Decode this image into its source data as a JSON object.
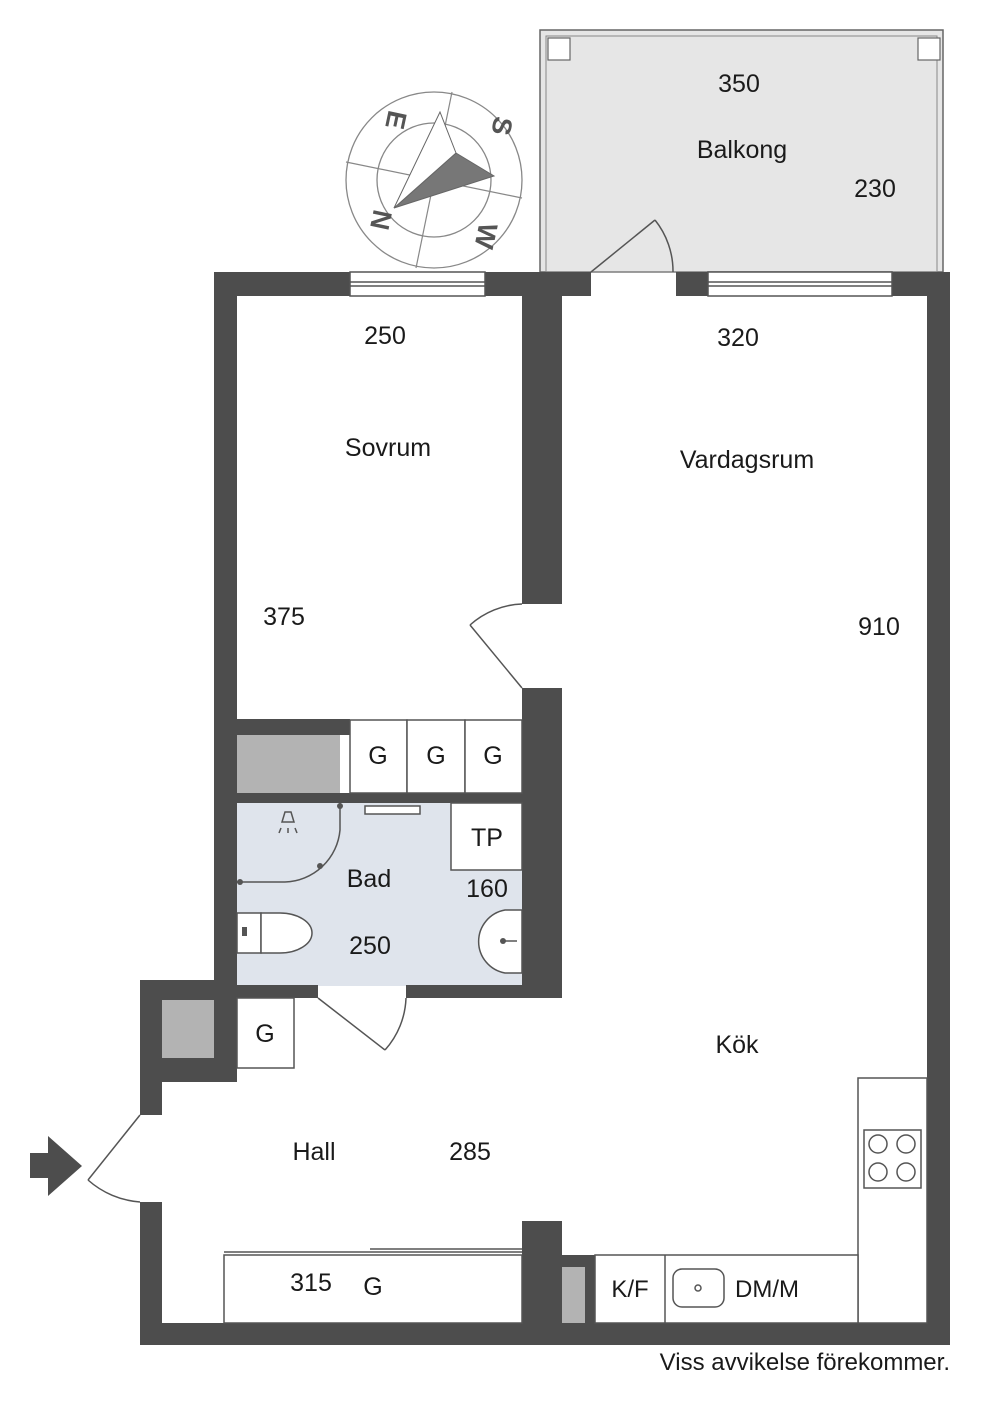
{
  "colors": {
    "wall": "#4d4d4d",
    "balcony": "#e6e6e6",
    "bath": "#dfe4ec",
    "storage": "#b3b3b3",
    "compass_needle": "#777777"
  },
  "compass": {
    "n": "N",
    "s": "S",
    "e": "E",
    "w": "W"
  },
  "rooms": {
    "balkong": {
      "name": "Balkong",
      "width": "350",
      "depth": "230"
    },
    "sovrum": {
      "name": "Sovrum",
      "width": "250",
      "depth": "375"
    },
    "vardagsrum": {
      "name": "Vardagsrum",
      "width": "320",
      "depth": "910"
    },
    "bad": {
      "name": "Bad",
      "width": "250",
      "depth": "160"
    },
    "kok": {
      "name": "Kök"
    },
    "hall": {
      "name": "Hall",
      "width": "285",
      "depth": "315"
    }
  },
  "fixtures": {
    "wardrobe": "G",
    "tp": "TP",
    "kf": "K/F",
    "dm": "DM/M"
  },
  "disclaimer": "Viss avvikelse förekommer."
}
